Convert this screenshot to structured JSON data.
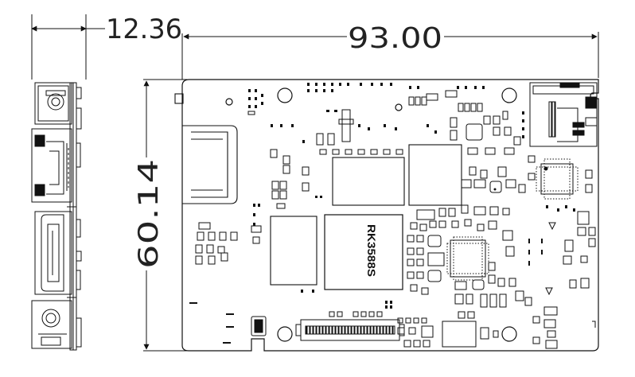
{
  "dimensions": {
    "side_thickness": "12.36",
    "board_width": "93.00",
    "board_height": "60.14"
  },
  "components": {
    "soc_label": "RK3588S"
  },
  "colors": {
    "line": "#111111",
    "light_line": "#777777",
    "background": "#ffffff"
  }
}
